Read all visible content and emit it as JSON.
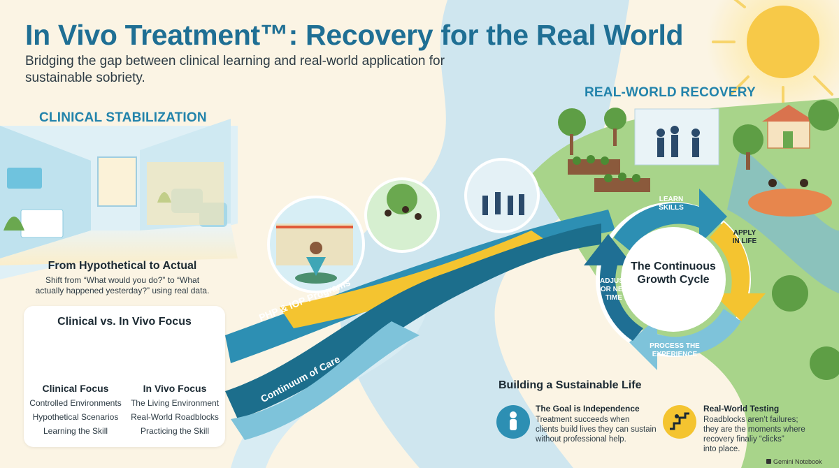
{
  "title": "In Vivo Treatment™: Recovery for the Real World",
  "subtitle": "Bridging the gap between clinical learning and real-world application for sustainable sobriety.",
  "sections": {
    "clinical_heading": "CLINICAL STABILIZATION",
    "realworld_heading": "REAL-WORLD RECOVERY"
  },
  "hypothetical": {
    "title": "From Hypothetical to Actual",
    "text_line1": "Shift from “What would you do?” to “What",
    "text_line2": "actually happened yesterday?” using real data."
  },
  "focus": {
    "title": "Clinical vs. In Vivo Focus",
    "clinical": {
      "title": "Clinical Focus",
      "items": [
        "Controlled Environments",
        "Hypothetical Scenarios",
        "Learning the Skill"
      ]
    },
    "invivo": {
      "title": "In Vivo Focus",
      "items": [
        "The Living Environment",
        "Real-World Roadblocks",
        "Practicing the Skill"
      ]
    }
  },
  "bands": {
    "programs": "PHP & IOP Programs",
    "continuum": "Continuum of Care"
  },
  "cycle": {
    "center_line1": "The Continuous",
    "center_line2": "Growth Cycle",
    "learn_line1": "LEARN",
    "learn_line2": "SKILLS",
    "apply_line1": "APPLY",
    "apply_line2": "IN LIFE",
    "process_line1": "PROCESS THE",
    "process_line2": "EXPERIENCE",
    "adjust_line1": "ADJUST",
    "adjust_line2": "FOR NEXT",
    "adjust_line3": "TIME"
  },
  "sustainable": {
    "title": "Building a Sustainable Life",
    "goal": {
      "title": "The Goal is Independence",
      "line1": "Treatment succeeds when",
      "line2": "clients build lives they can sustain",
      "line3": "without professional help."
    },
    "testing": {
      "title": "Real-World Testing",
      "line1": "Roadblocks aren’t failures;",
      "line2": "they are the moments where",
      "line3": "recovery finaliy “clicks”",
      "line4": "into place."
    }
  },
  "watermark": "Gemini Notebook",
  "icons": {
    "clinical": "clinic-room-icon",
    "invivo": "winding-road-pin-icon",
    "goal": "person-icon",
    "testing": "climbing-stairs-icon",
    "watermark": "notebook-logo-icon"
  },
  "colors": {
    "title": "#1f6f94",
    "teal": "#2d8fb3",
    "dark_teal": "#1c6e8c",
    "yellow": "#f4c430",
    "light_blue": "#b7dcea",
    "green": "#6aa84f"
  }
}
